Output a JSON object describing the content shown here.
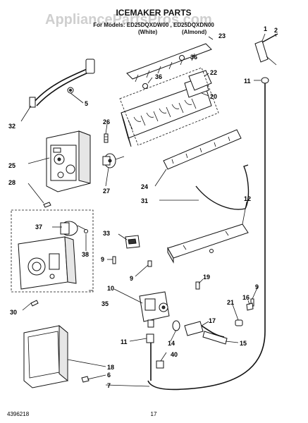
{
  "watermark": "AppliancePartsPros.com",
  "header": {
    "title": "ICEMAKER PARTS",
    "models_line": "For Models: ED25DQXDW00 , ED25DQXDN00",
    "color_white": "(White)",
    "color_almond": "(Almond)"
  },
  "footer": {
    "doc_number": "4396218",
    "page_number": "17"
  },
  "callouts": {
    "c1": "1",
    "c2": "2",
    "c5": "5",
    "c6": "6",
    "c7": "7",
    "c9a": "9",
    "c9b": "9",
    "c9c": "9",
    "c10": "10",
    "c11a": "11",
    "c11b": "11",
    "c12": "12",
    "c14": "14",
    "c15": "15",
    "c16": "16",
    "c17": "17",
    "c18": "18",
    "c19": "19",
    "c20": "20",
    "c21": "21",
    "c22": "22",
    "c23": "23",
    "c24": "24",
    "c25": "25",
    "c26": "26",
    "c27": "27",
    "c28": "28",
    "c30": "30",
    "c31": "31",
    "c32": "32",
    "c33": "33",
    "c35": "35",
    "c36a": "36",
    "c36b": "36",
    "c37": "37",
    "c38": "38",
    "c40": "40"
  }
}
